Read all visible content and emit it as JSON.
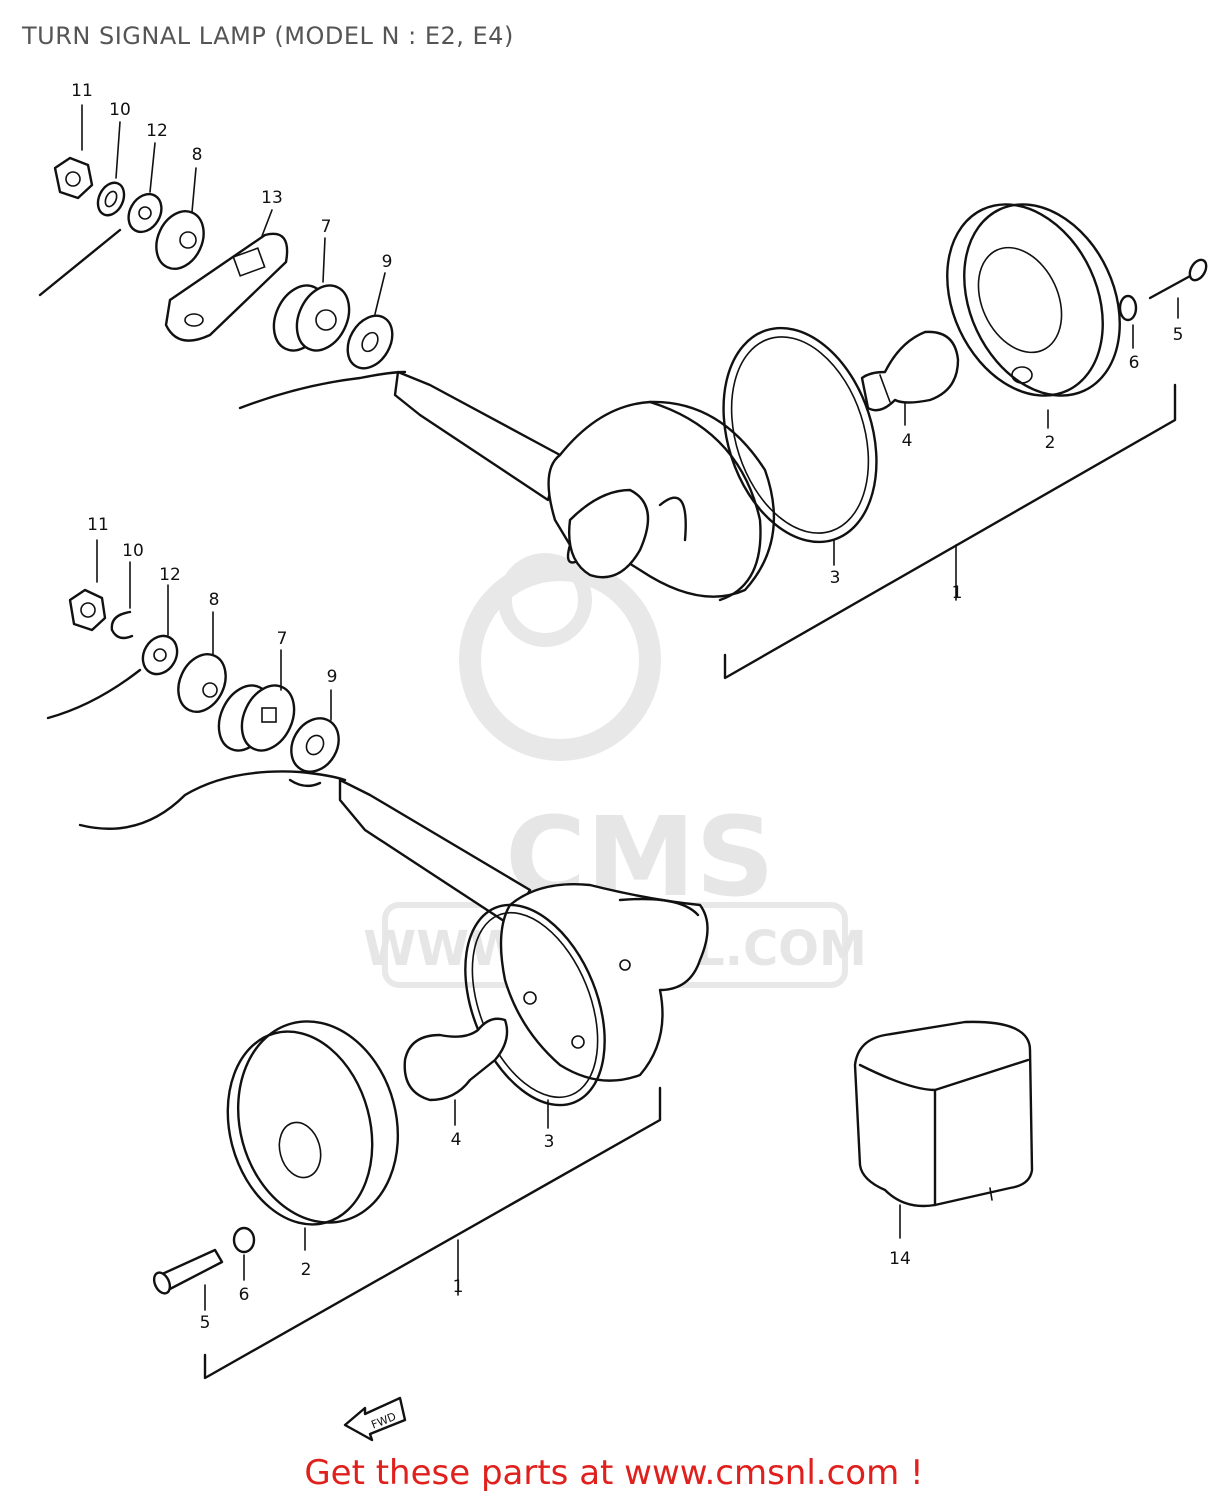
{
  "title": "TURN SIGNAL LAMP (MODEL N : E2, E4)",
  "footer": "Get these parts at www.cmsnl.com !",
  "watermark": {
    "logo_text": "CMS",
    "url_text": "WWW.CMSNL.COM"
  },
  "arrow_text": "FWD",
  "colors": {
    "title": "#555555",
    "footer": "#e0201c",
    "line": "#111111",
    "watermark": "#e4e4e4"
  },
  "callouts": {
    "top": [
      "11",
      "10",
      "12",
      "8",
      "13",
      "7",
      "9",
      "5",
      "6",
      "4",
      "2",
      "3",
      "1"
    ],
    "bottom": [
      "11",
      "10",
      "12",
      "8",
      "7",
      "9",
      "4",
      "3",
      "2",
      "6",
      "5",
      "1"
    ],
    "relay": "14"
  }
}
